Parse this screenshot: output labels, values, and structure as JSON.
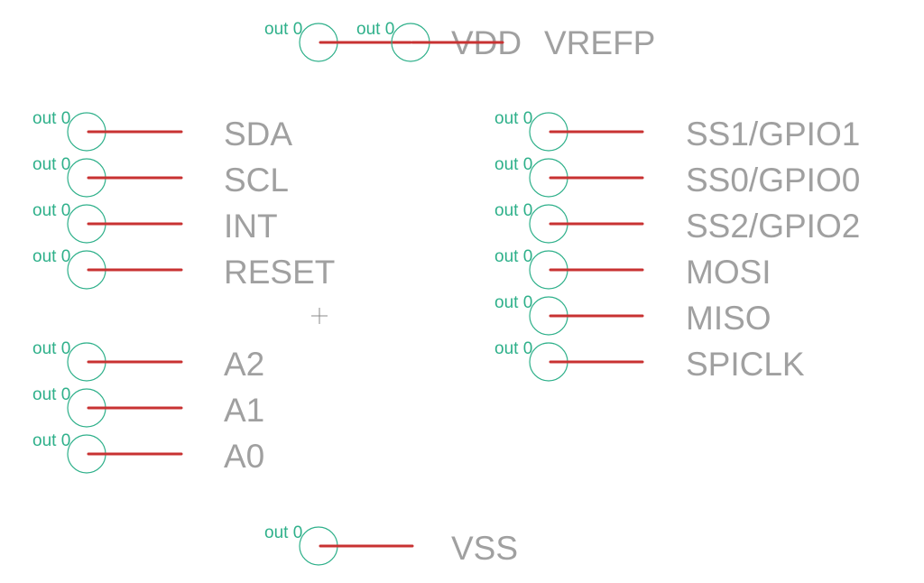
{
  "colors": {
    "background": "#ffffff",
    "pin_line": "#c83232",
    "pin_end_circle": "#2eb08a",
    "pin_direction_text": "#2eb08a",
    "pin_name_text": "#a0a0a0"
  },
  "symbol": {
    "pins": [
      {
        "id": "vdd",
        "name": "VDD",
        "direction": "out 0"
      },
      {
        "id": "vrefp",
        "name": "VREFP",
        "direction": "out 0"
      },
      {
        "id": "sda",
        "name": "SDA",
        "direction": "out 0"
      },
      {
        "id": "scl",
        "name": "SCL",
        "direction": "out 0"
      },
      {
        "id": "int",
        "name": "INT",
        "direction": "out 0"
      },
      {
        "id": "reset",
        "name": "RESET",
        "direction": "out 0"
      },
      {
        "id": "a2",
        "name": "A2",
        "direction": "out 0"
      },
      {
        "id": "a1",
        "name": "A1",
        "direction": "out 0"
      },
      {
        "id": "a0",
        "name": "A0",
        "direction": "out 0"
      },
      {
        "id": "ss1-gpio1",
        "name": "SS1/GPIO1",
        "direction": "out 0"
      },
      {
        "id": "ss0-gpio0",
        "name": "SS0/GPIO0",
        "direction": "out 0"
      },
      {
        "id": "ss2-gpio2",
        "name": "SS2/GPIO2",
        "direction": "out 0"
      },
      {
        "id": "mosi",
        "name": "MOSI",
        "direction": "out 0"
      },
      {
        "id": "miso",
        "name": "MISO",
        "direction": "out 0"
      },
      {
        "id": "spiclk",
        "name": "SPICLK",
        "direction": "out 0"
      },
      {
        "id": "vss",
        "name": "VSS",
        "direction": "out 0"
      }
    ]
  }
}
